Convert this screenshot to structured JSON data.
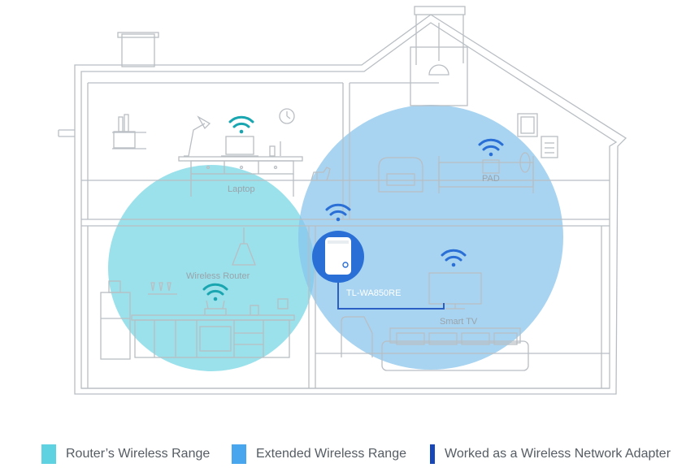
{
  "labels": {
    "laptop": "Laptop",
    "pad": "PAD",
    "wireless_router": "Wireless Router",
    "device": "TL-WA850RE",
    "smart_tv": "Smart TV"
  },
  "legend": [
    {
      "label": "Router’s Wireless Range",
      "color": "#5ed2e0"
    },
    {
      "label": "Extended Wireless Range",
      "color": "#47a6ee"
    },
    {
      "label": "Worked as a Wireless Network Adapter",
      "color": "#1747b8"
    }
  ],
  "colors": {
    "router_range": "#7fd9e6",
    "extended_range": "#8ac4ec",
    "router_wifi_icon": "#1aa6b0",
    "extended_wifi_icon": "#2a6fd6",
    "adapter_line": "#2b5fc4",
    "house_outline": "#b9bec3"
  }
}
